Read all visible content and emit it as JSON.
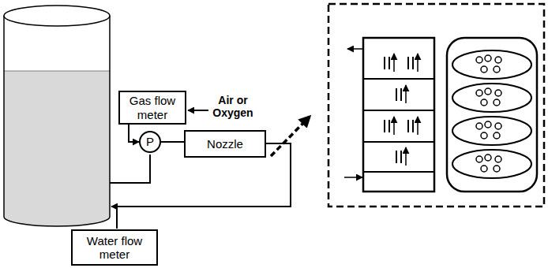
{
  "diagram": {
    "nodes": [
      {
        "text": [
          "Gas flow meter"
        ]
      },
      {
        "text": [
          "P"
        ]
      },
      {
        "text": [
          "Nozzle"
        ]
      },
      {
        "text": [
          "Water flow meter"
        ]
      }
    ],
    "edges": [
      {
        "from": 0,
        "to": 1,
        "arrow": "to"
      },
      {
        "from": 1,
        "to": 2,
        "arrow": "none"
      }
    ],
    "labels": [
      "Air or Oxygen"
    ]
  }
}
